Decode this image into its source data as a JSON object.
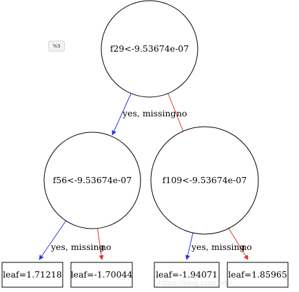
{
  "badge": "%3",
  "nodes": {
    "root": "f29<-9.53674e-07",
    "left": "f56<-9.53674e-07",
    "right": "f109<-9.53674e-07",
    "leaf_ll": "leaf=1.71218",
    "leaf_lr": "leaf=-1.70044",
    "leaf_rl": "leaf=-1.94071",
    "leaf_rr": "leaf=1.85965"
  },
  "edges": {
    "root_left": "yes, missing",
    "root_right": "no",
    "left_left": "yes, missing",
    "left_right": "no",
    "right_left": "yes, missing",
    "right_right": "no"
  },
  "colors": {
    "yes_edge": "#2a35e8",
    "no_edge": "#e8332a",
    "stroke": "#000000"
  },
  "watermark": "https://blog.csdn.net/..."
}
